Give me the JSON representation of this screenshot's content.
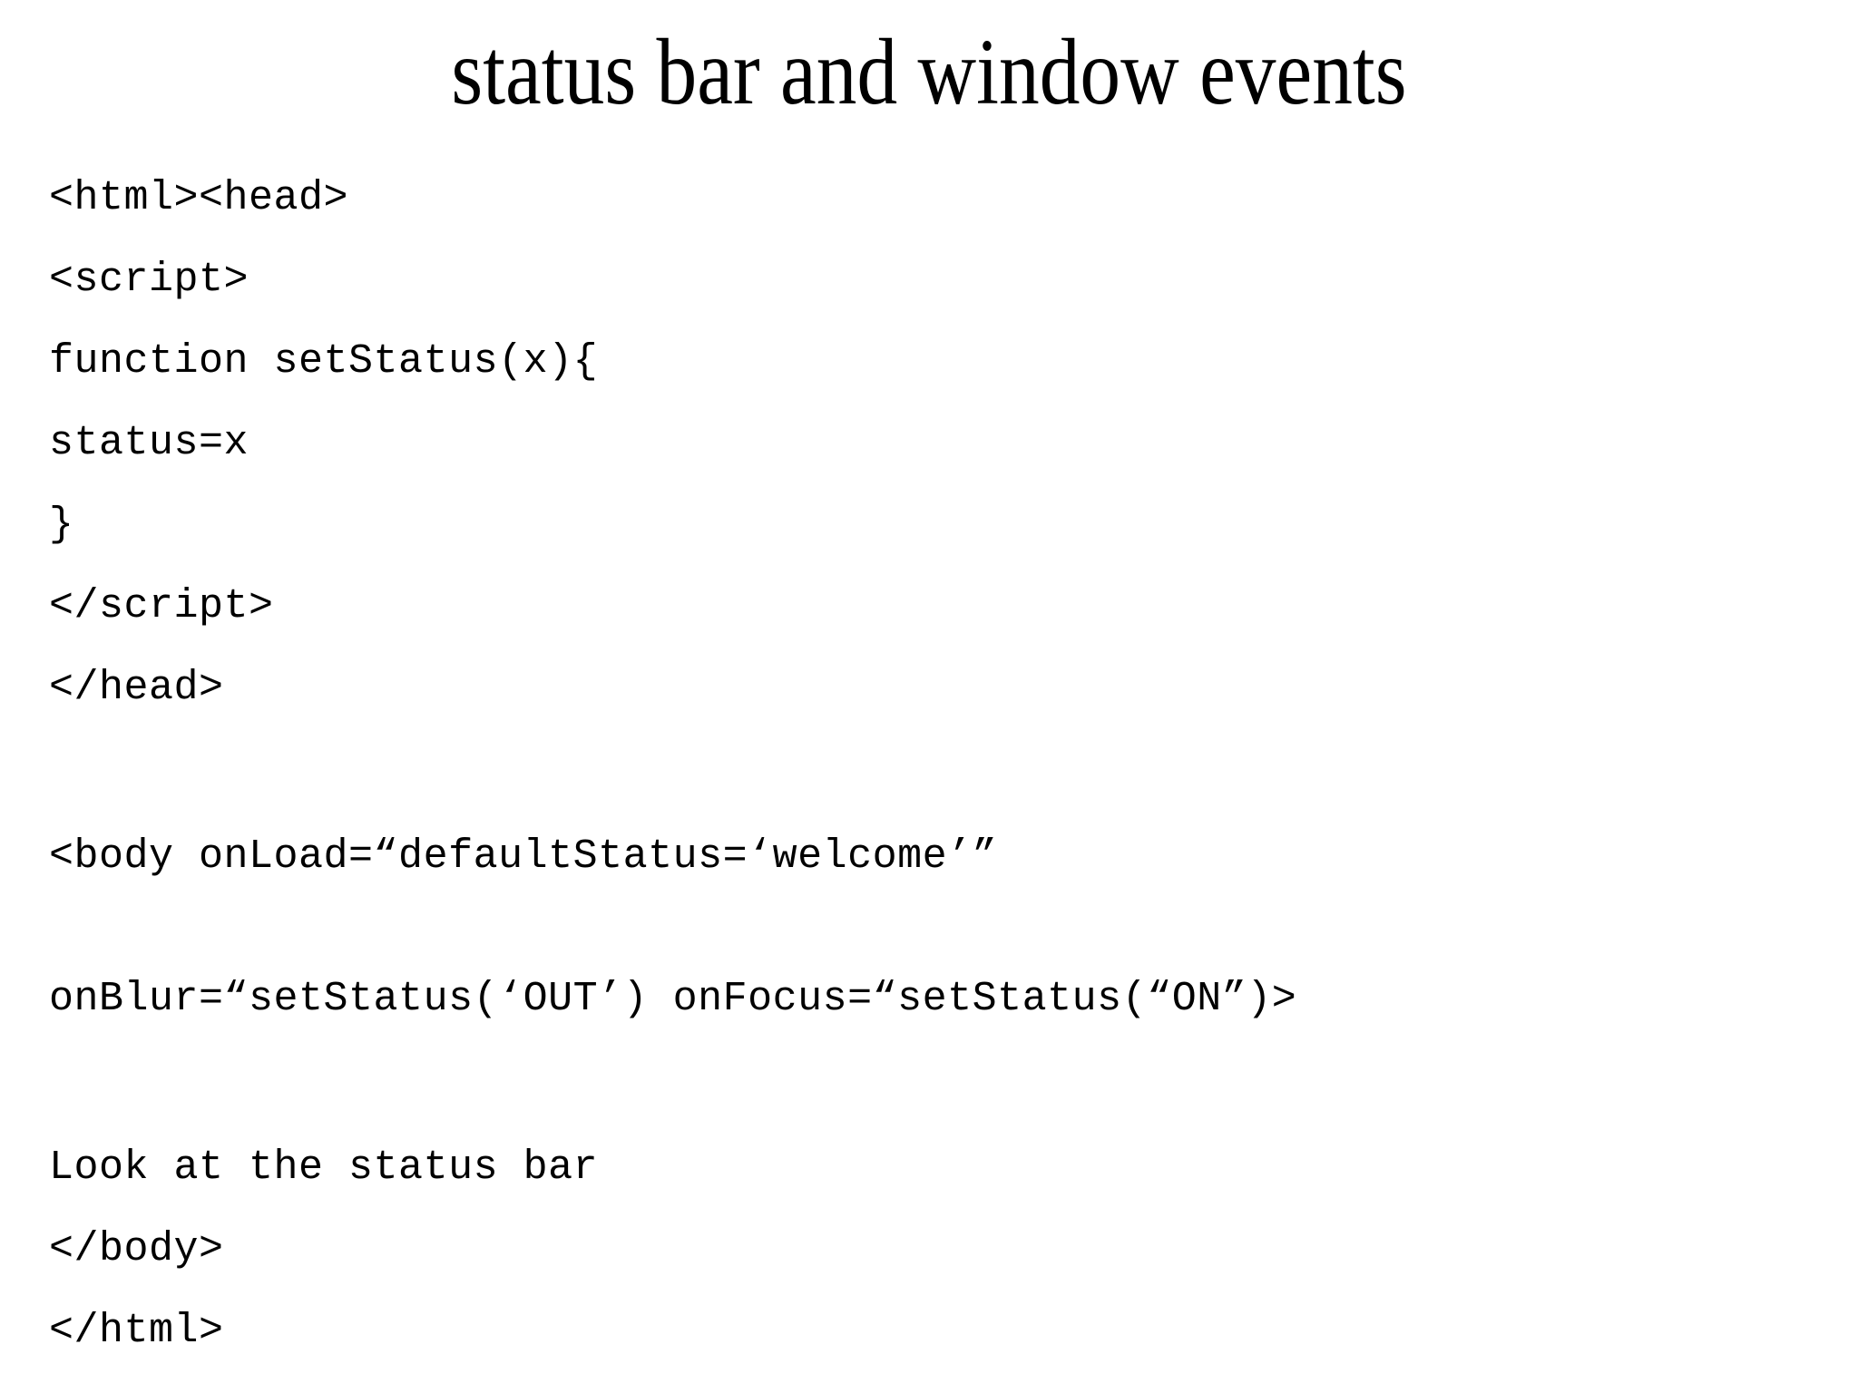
{
  "slide": {
    "title": "status bar and window events",
    "background_color": "#ffffff",
    "text_color": "#000000",
    "code_lines": [
      {
        "id": "line-html-head",
        "text": "<html><head>"
      },
      {
        "id": "line-script-open",
        "text": "<script>"
      },
      {
        "id": "line-function-setstatus",
        "text": "function setStatus(x){"
      },
      {
        "id": "line-status-assign",
        "text": "status=x"
      },
      {
        "id": "line-close-brace",
        "text": "}"
      },
      {
        "id": "line-script-close",
        "text": "</script>"
      },
      {
        "id": "line-head-close",
        "text": "</head>"
      },
      {
        "id": "line-body-open-1",
        "text": "<body onLoad=“defaultStatus=‘welcome’”"
      },
      {
        "id": "line-body-open-2",
        "text": "onBlur=“setStatus(‘OUT’) onFocus=“setStatus(“ON”)>"
      },
      {
        "id": "line-look-at-status-bar",
        "text": "Look at the status bar"
      },
      {
        "id": "line-body-close",
        "text": "</body>"
      },
      {
        "id": "line-html-close",
        "text": "</html>"
      }
    ]
  }
}
